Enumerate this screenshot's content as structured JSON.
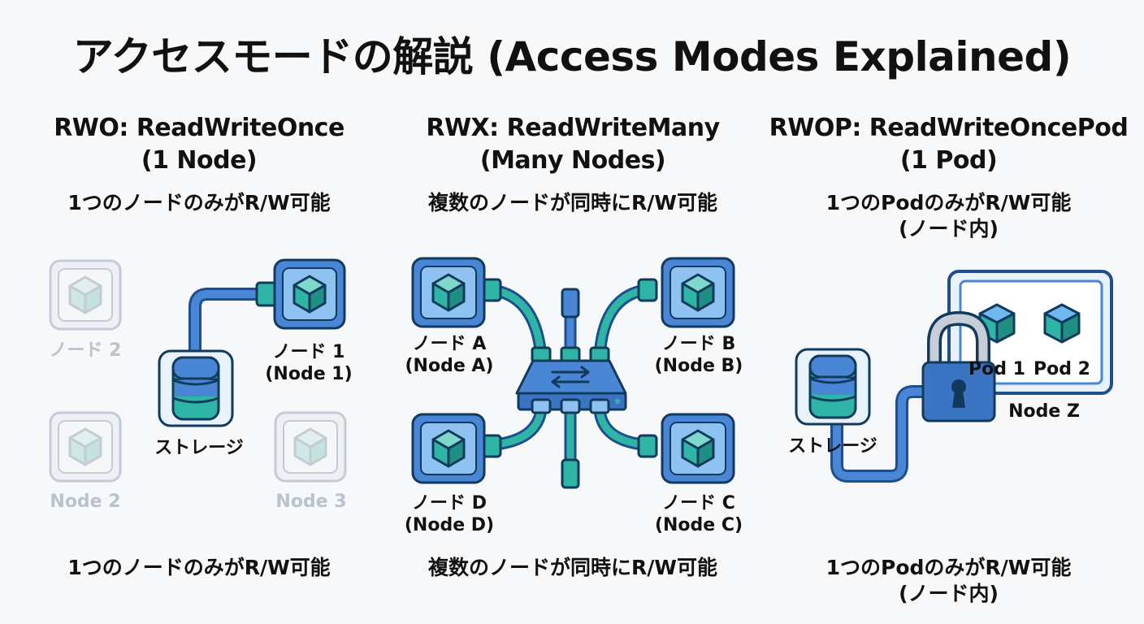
{
  "title": "アクセスモードの解説 (Access Modes Explained)",
  "colors": {
    "accent_blue": "#4a86d6",
    "dark_blue": "#1d4e8f",
    "teal": "#2fb5a5",
    "faded": "#c3ccd5"
  },
  "columns": [
    {
      "heading_line1": "RWO: ReadWriteOnce",
      "heading_line2": "(1 Node)",
      "description": "1つのノードのみがR/W可能",
      "footer": "1つのノードのみがR/W可能",
      "labels": {
        "node1_jp": "ノード 1",
        "node1_en": "(Node 1)",
        "faded_node_jp": "ノード 2",
        "faded_node2": "Node 2",
        "faded_node3": "Node 3",
        "storage": "ストレージ"
      }
    },
    {
      "heading_line1": "RWX: ReadWriteMany",
      "heading_line2": "(Many Nodes)",
      "description": "複数のノードが同時にR/W可能",
      "footer": "複数のノードが同時にR/W可能",
      "labels": {
        "node_a_jp": "ノード A",
        "node_a_en": "(Node A)",
        "node_b_jp": "ノード B",
        "node_b_en": "(Node B)",
        "node_d_jp": "ノード D",
        "node_d_en": "(Node D)",
        "node_c_jp": "ノード C",
        "node_c_en": "(Node C)"
      }
    },
    {
      "heading_line1": "RWOP: ReadWriteOncePod",
      "heading_line2": "(1 Pod)",
      "description_line1": "1つのPodのみがR/W可能",
      "description_line2": "(ノード内)",
      "footer_line1": "1つのPodのみがR/W可能",
      "footer_line2": "(ノード内)",
      "labels": {
        "pod1": "Pod 1",
        "pod2": "Pod 2",
        "node_z": "Node Z",
        "storage": "ストレージ"
      }
    }
  ]
}
